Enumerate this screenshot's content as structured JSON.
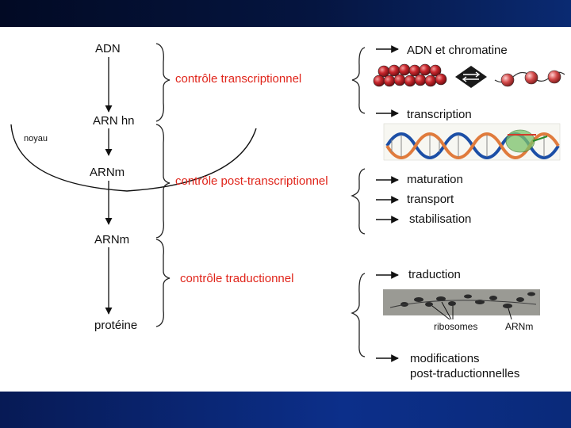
{
  "colors": {
    "accent_red": "#e0251b",
    "header_bar": "#051540",
    "footer_bar": "#0c2f8a",
    "nucleosome_red": "#c8262c",
    "dna_blue": "#1c4fa6",
    "dna_orange": "#e07b3c"
  },
  "pathway": {
    "adn": "ADN",
    "arn_hn": "ARN hn",
    "noyau": "noyau",
    "arnm_nucleus": "ARNm",
    "arnm_cytoplasm": "ARNm",
    "proteine": "protéine"
  },
  "controls": {
    "transcriptional": "contrôle transcriptionnel",
    "post_transcriptional": "contrôle post-transcriptionnel",
    "translational": "contrôle traductionnel"
  },
  "steps": {
    "adn_chromatine": "ADN et chromatine",
    "transcription": "transcription",
    "maturation": "maturation",
    "transport": "transport",
    "stabilisation": "stabilisation",
    "traduction": "traduction",
    "ribosomes": "ribosomes",
    "arnm_label": "ARNm",
    "modifications_1": "modifications",
    "modifications_2": "post-traductionnelles"
  },
  "icons": {
    "chromatin": "nucleosome-chain-icon",
    "transition": "equilibrium-arrows-icon",
    "dna_helix": "dna-helix-icon",
    "polysome": "polysome-micrograph-icon"
  }
}
